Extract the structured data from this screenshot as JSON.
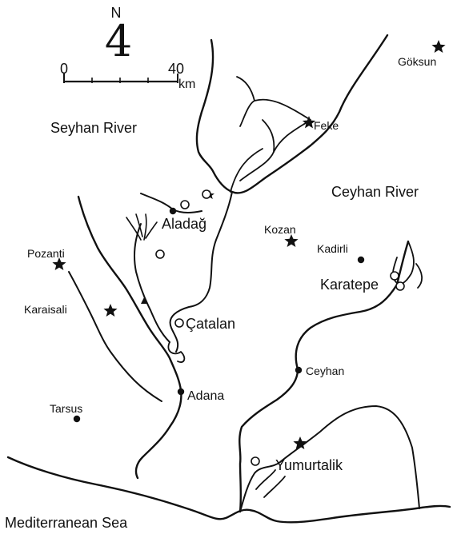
{
  "compass": {
    "north_letter": "N",
    "north_glyph": "4"
  },
  "scale_bar": {
    "start_label": "0",
    "end_label": "40",
    "unit": "km"
  },
  "regions": {
    "seyhan_river": "Seyhan River",
    "ceyhan_river": "Ceyhan River",
    "sea": "Mediterranean Sea"
  },
  "places": {
    "goksun": "Göksun",
    "feke": "Feke",
    "aladag": "Aladağ",
    "kozan": "Kozan",
    "kadirli": "Kadirli",
    "pozanti": "Pozanti",
    "karatepe": "Karatepe",
    "karaisali": "Karaisali",
    "catalan": "Çatalan",
    "ceyhan": "Ceyhan",
    "adana": "Adana",
    "tarsus": "Tarsus",
    "yumurtalik": "Yumurtalik"
  },
  "colors": {
    "ink": "#111111",
    "paper": "#ffffff"
  }
}
